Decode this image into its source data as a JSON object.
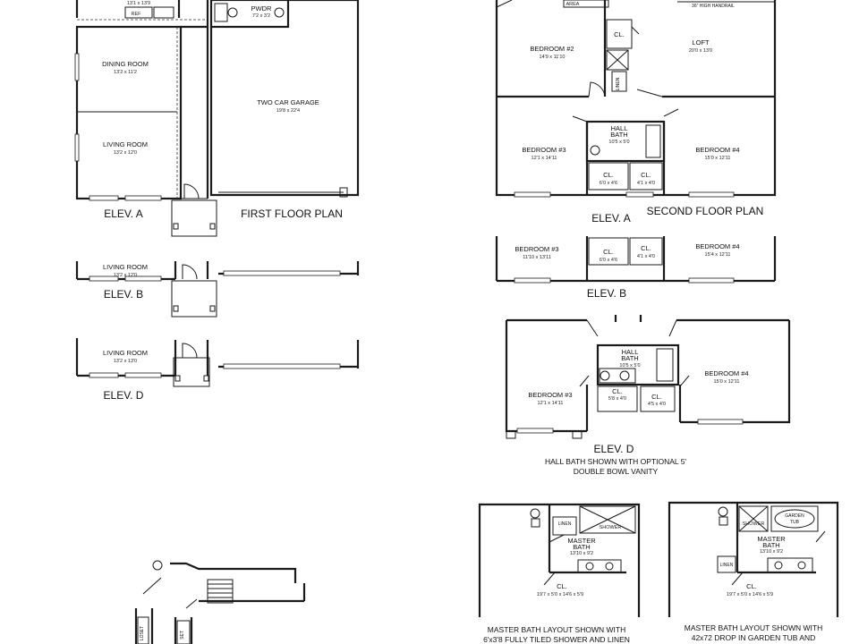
{
  "first_floor": {
    "title": "FIRST FLOOR PLAN",
    "top_dim": "13'1 x 13'9",
    "ref": "REF",
    "pwdr": {
      "label": "PWDR",
      "dim": "7'2 x 3'2"
    },
    "dining": {
      "label": "DINING ROOM",
      "dim": "13'2 x 11'2"
    },
    "living": {
      "label": "LIVING ROOM",
      "dim": "13'2 x 12'0"
    },
    "garage": {
      "label": "TWO CAR GARAGE",
      "dim": "19'8 x 22'4"
    },
    "elev_a": "ELEV. A",
    "elev_b": {
      "label": "ELEV. B",
      "room": "LIVING ROOM",
      "dim": "13'2 x 12'0"
    },
    "elev_d": {
      "label": "ELEV. D",
      "room": "LIVING ROOM",
      "dim": "13'2 x 13'0"
    }
  },
  "second_floor": {
    "title": "SECOND FLOOR PLAN",
    "area": "AREA",
    "handrail": "36\" HIGH HANDRAIL",
    "bed2": {
      "label": "BEDROOM #2",
      "dim": "14'9 x 11'10"
    },
    "cl_top": "CL.",
    "linen": "LINEN",
    "loft": {
      "label": "LOFT",
      "dim": "20'0 x 13'0"
    },
    "hall_bath": {
      "label1": "HALL",
      "label2": "BATH",
      "dim": "10'5 x 5'0"
    },
    "bed3": {
      "label": "BEDROOM #3",
      "dim": "12'1 x 14'11"
    },
    "bed4": {
      "label": "BEDROOM #4",
      "dim": "15'0 x 12'11"
    },
    "cl1": {
      "label": "CL.",
      "dim": "6'0 x 4'6"
    },
    "cl2": {
      "label": "CL.",
      "dim": "4'1 x 4'0"
    },
    "elev_a": "ELEV. A",
    "elev_b": {
      "label": "ELEV. B",
      "bed3": {
        "label": "BEDROOM #3",
        "dim": "11'10 x 13'11"
      },
      "cl1": {
        "label": "CL.",
        "dim": "6'0 x 4'6"
      },
      "cl2": {
        "label": "CL.",
        "dim": "4'1 x 4'0"
      },
      "bed4": {
        "label": "BEDROOM #4",
        "dim": "15'4 x 12'11"
      }
    },
    "elev_d": {
      "label": "ELEV. D",
      "hall_bath": {
        "label1": "HALL",
        "label2": "BATH",
        "dim": "10'5 x 5'0"
      },
      "bed3": {
        "label": "BEDROOM #3",
        "dim": "12'1 x 14'11"
      },
      "bed4": {
        "label": "BEDROOM #4",
        "dim": "15'0 x 12'11"
      },
      "cl1": {
        "label": "CL.",
        "dim": "5'8 x 4'0"
      },
      "cl2": {
        "label": "CL.",
        "dim": "4'5 x 4'0"
      },
      "note1": "HALL BATH SHOWN WITH OPTIONAL 5'",
      "note2": "DOUBLE BOWL VANITY"
    }
  },
  "master_bath_options": [
    {
      "linen": "LINEN",
      "shower": "SHOWER",
      "label1": "MASTER",
      "label2": "BATH",
      "dim": "13'10 x 9'2",
      "cl": "CL.",
      "cl_dim": "19'7 x 5'0 x 14'6 x 5'9",
      "caption1": "MASTER BATH LAYOUT SHOWN WITH",
      "caption2": "6'x3'8 FULLY TILED SHOWER AND LINEN"
    },
    {
      "shower": "SHOWER",
      "garden1": "GARDEN",
      "garden2": "TUB",
      "label1": "MASTER",
      "label2": "BATH",
      "dim": "13'10 x 9'2",
      "linen": "LINEN",
      "cl": "CL.",
      "cl_dim": "19'7 x 5'0 x 14'6 x 5'9",
      "caption1": "MASTER BATH LAYOUT SHOWN WITH",
      "caption2": "42x72 DROP IN GARDEN TUB AND"
    }
  ],
  "stair_fragment": {
    "closet": "LOSET",
    "set": "SET"
  }
}
